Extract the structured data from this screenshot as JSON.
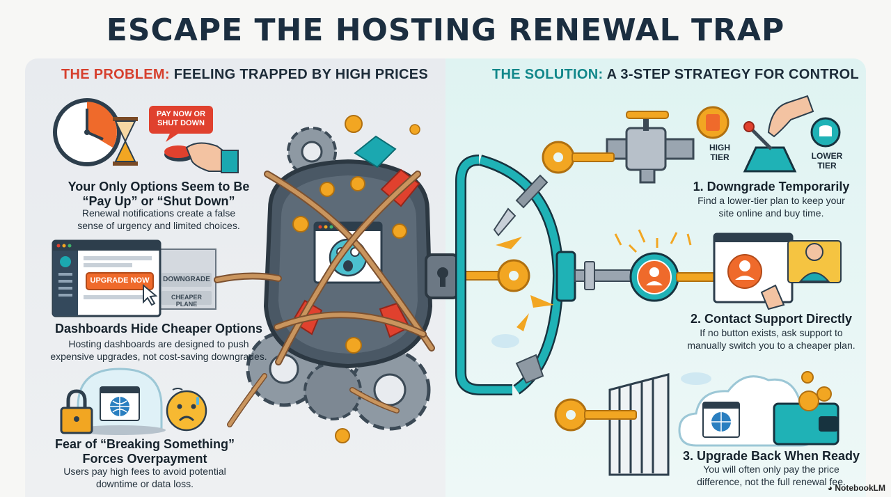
{
  "title": "ESCAPE THE HOSTING RENEWAL TRAP",
  "problem": {
    "tag": "THE PROBLEM:",
    "heading": "FEELING TRAPPED BY HIGH PRICES",
    "items": [
      {
        "title_line1": "Your Only Options Seem to Be",
        "title_line2": "“Pay Up” or “Shut Down”",
        "desc_line1": "Renewal notifications create a false",
        "desc_line2": "sense of urgency and limited choices.",
        "bubble_line1": "PAY NOW OR",
        "bubble_line2": "SHUT DOWN"
      },
      {
        "title_line1": "Dashboards Hide Cheaper Options",
        "desc_line1": "Hosting dashboards are designed to push",
        "desc_line2": "expensive upgrades, not cost-saving downgrades.",
        "button_upgrade": "UPGRADE NOW",
        "button_downgrade": "DOWNGRADE",
        "button_cheaper": "CHEAPER PLANE"
      },
      {
        "title_line1": "Fear of “Breaking Something”",
        "title_line2": "Forces Overpayment",
        "desc_line1": "Users pay high fees to avoid potential",
        "desc_line2": "downtime or data loss."
      }
    ]
  },
  "solution": {
    "tag": "THE SOLUTION:",
    "heading": "A 3-STEP STRATEGY FOR CONTROL",
    "steps": [
      {
        "title": "1. Downgrade Temporarily",
        "desc_line1": "Find a lower-tier plan to keep your",
        "desc_line2": "site online and buy time.",
        "label_high_1": "HIGH",
        "label_high_2": "TIER",
        "label_low_1": "LOWER",
        "label_low_2": "TIER"
      },
      {
        "title": "2. Contact Support Directly",
        "desc_line1": "If no button exists, ask support to",
        "desc_line2": "manually switch you to a cheaper plan."
      },
      {
        "title": "3. Upgrade Back When Ready",
        "desc_line1": "You will often only pay the price",
        "desc_line2": "difference, not the full renewal fee."
      }
    ]
  },
  "brand": "NotebookLM",
  "colors": {
    "accent_red": "#d6402e",
    "accent_teal": "#11878a",
    "key_gold": "#f2a622",
    "orange": "#ef6a2b"
  }
}
